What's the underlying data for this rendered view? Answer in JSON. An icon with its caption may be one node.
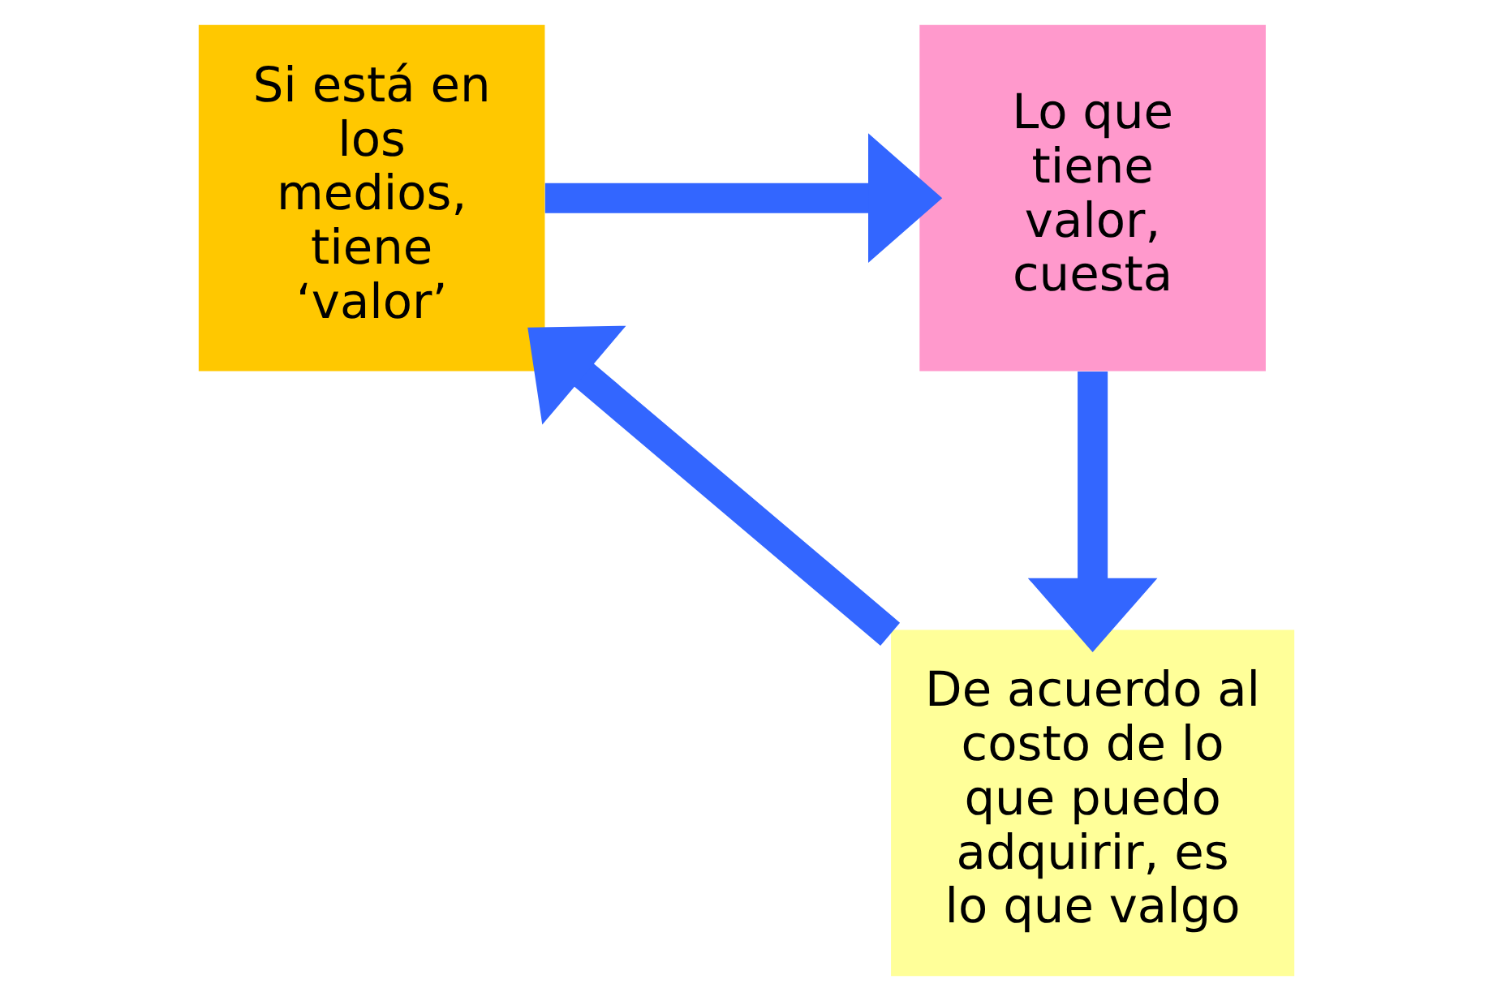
{
  "diagram": {
    "nodes": [
      {
        "text": [
          "Si está en los medios, tiene ‘valor’"
        ]
      },
      {
        "text": [
          "Lo que tiene valor, cuesta"
        ]
      },
      {
        "text": [
          "De acuerdo al costo de lo que puedo adquirir, es lo que valgo"
        ]
      }
    ],
    "edges": [
      {
        "from": 0,
        "to": 1,
        "arrow": "to"
      },
      {
        "from": 1,
        "to": 2,
        "arrow": "to"
      },
      {
        "from": 2,
        "to": 0,
        "arrow": "to"
      }
    ]
  }
}
